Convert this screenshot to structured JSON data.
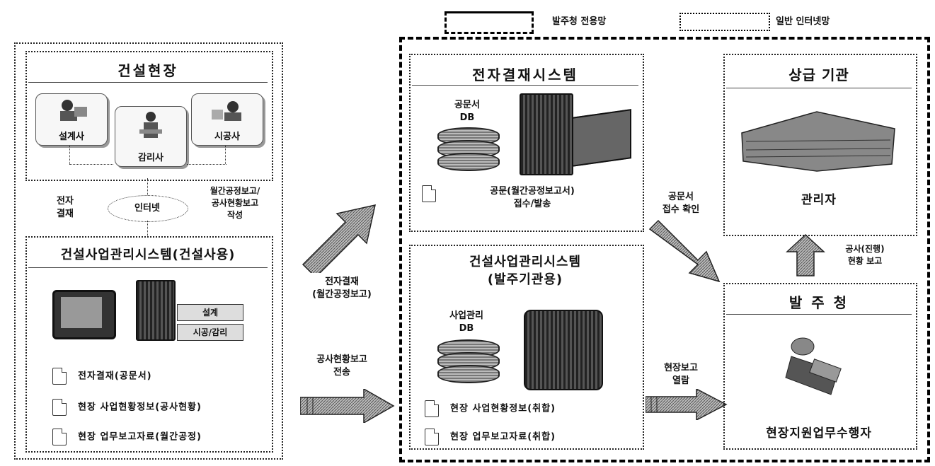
{
  "legend": {
    "dedicated_label": "발주청 전용망",
    "internet_label": "일반 인터넷망"
  },
  "site": {
    "title": "건설현장",
    "designer": "설계사",
    "supervisor": "감리사",
    "contractor": "시공사",
    "approval_label": "전자\n결재",
    "internet_node": "인터넷",
    "report_label": "월간공정보고/\n공사현황보고\n작성"
  },
  "cmis_site": {
    "title": "건설사업관리시스템(건설사용)",
    "chip1": "설계",
    "chip2": "시공/감리",
    "docs": [
      "전자결재(공문서)",
      "현장 사업현황정보(공사현황)",
      "현장 업무보고자료(월간공정)"
    ]
  },
  "arrows": {
    "upper": "전자결재\n(월간공정보고)",
    "lower": "공사현황보고\n전송",
    "check": "공문서\n접수 확인",
    "site_report": "현장보고\n열람",
    "progress": "공사(진행)\n현황 보고"
  },
  "eapproval": {
    "title": "전자결재시스템",
    "db_label": "공문서\nDB",
    "doc": "공문(월간공정보고서)\n접수/발송"
  },
  "cmis_client": {
    "title": "건설사업관리시스템\n(발주기관용)",
    "db_label": "사업관리\nDB",
    "docs": [
      "현장 사업현황정보(취합)",
      "현장 업무보고자료(취합)"
    ]
  },
  "upper_agency": {
    "title": "상급 기관",
    "manager": "관리자"
  },
  "client": {
    "title": "발 주 청",
    "worker": "현장지원업무수행자"
  }
}
